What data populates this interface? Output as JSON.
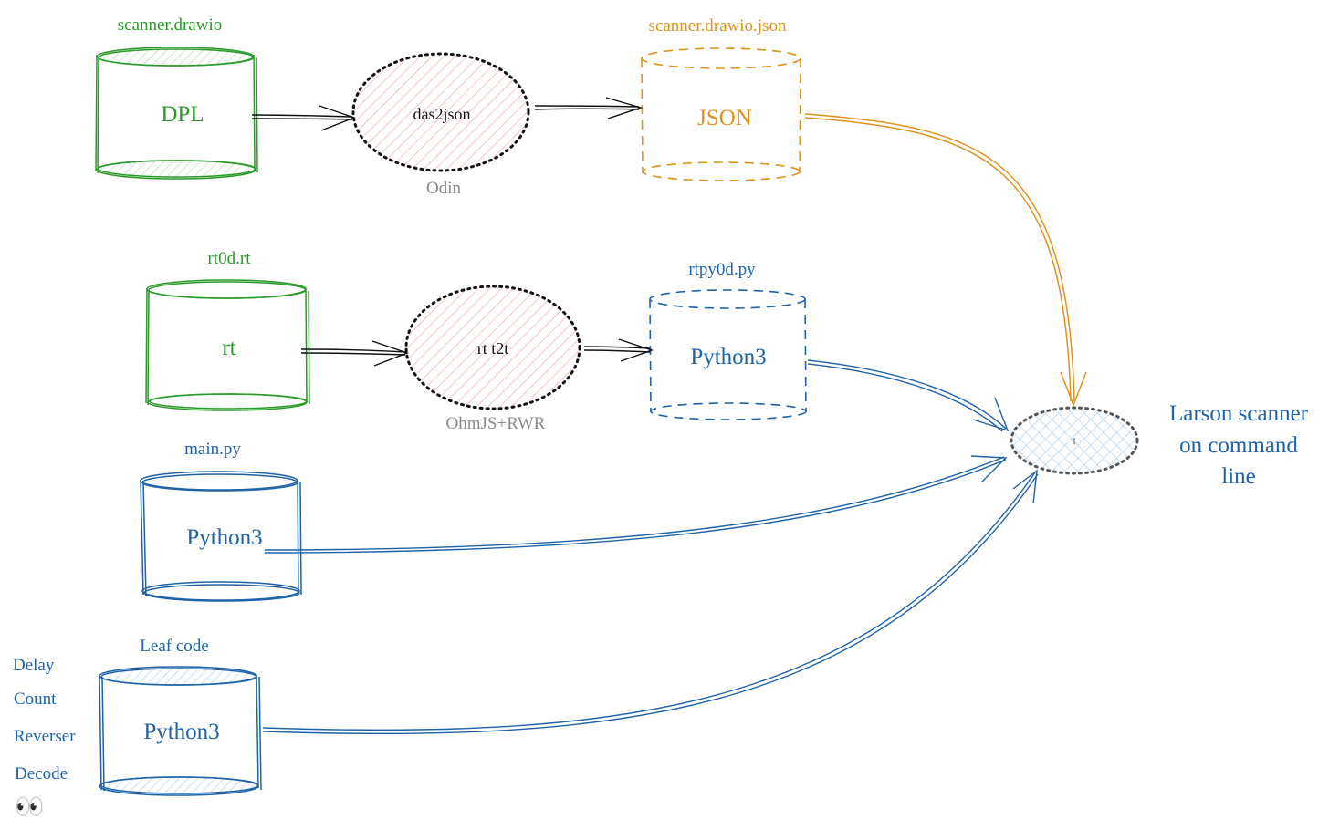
{
  "colors": {
    "green": "#2a9a2a",
    "orange": "#e0921f",
    "blue": "#1f62a8",
    "gray": "#8a8a8a",
    "black": "#111111",
    "hatch_red": "#f2a7a7",
    "hatch_blue": "#a9cdeb",
    "hatch_green": "#a8dca8"
  },
  "nodes": {
    "dpl": {
      "caption": "scanner.drawio",
      "label": "DPL"
    },
    "das2json": {
      "label": "das2json",
      "sublabel": "Odin"
    },
    "json": {
      "caption": "scanner.drawio.json",
      "label": "JSON"
    },
    "rt": {
      "caption": "rt0d.rt",
      "label": "rt"
    },
    "rtt2t": {
      "label": "rt t2t",
      "sublabel": "OhmJS+RWR"
    },
    "python_rtpy": {
      "caption": "rtpy0d.py",
      "label": "Python3"
    },
    "python_main": {
      "caption": "main.py",
      "label": "Python3"
    },
    "python_leaf": {
      "caption": "Leaf code",
      "label": "Python3"
    },
    "target": {
      "symbol": "+",
      "label_lines": [
        "Larson scanner",
        "on command",
        "line"
      ]
    }
  },
  "leaf_list": [
    "Delay",
    "Count",
    "Reverser",
    "Decode"
  ],
  "icons": {
    "eyes": "👀"
  }
}
